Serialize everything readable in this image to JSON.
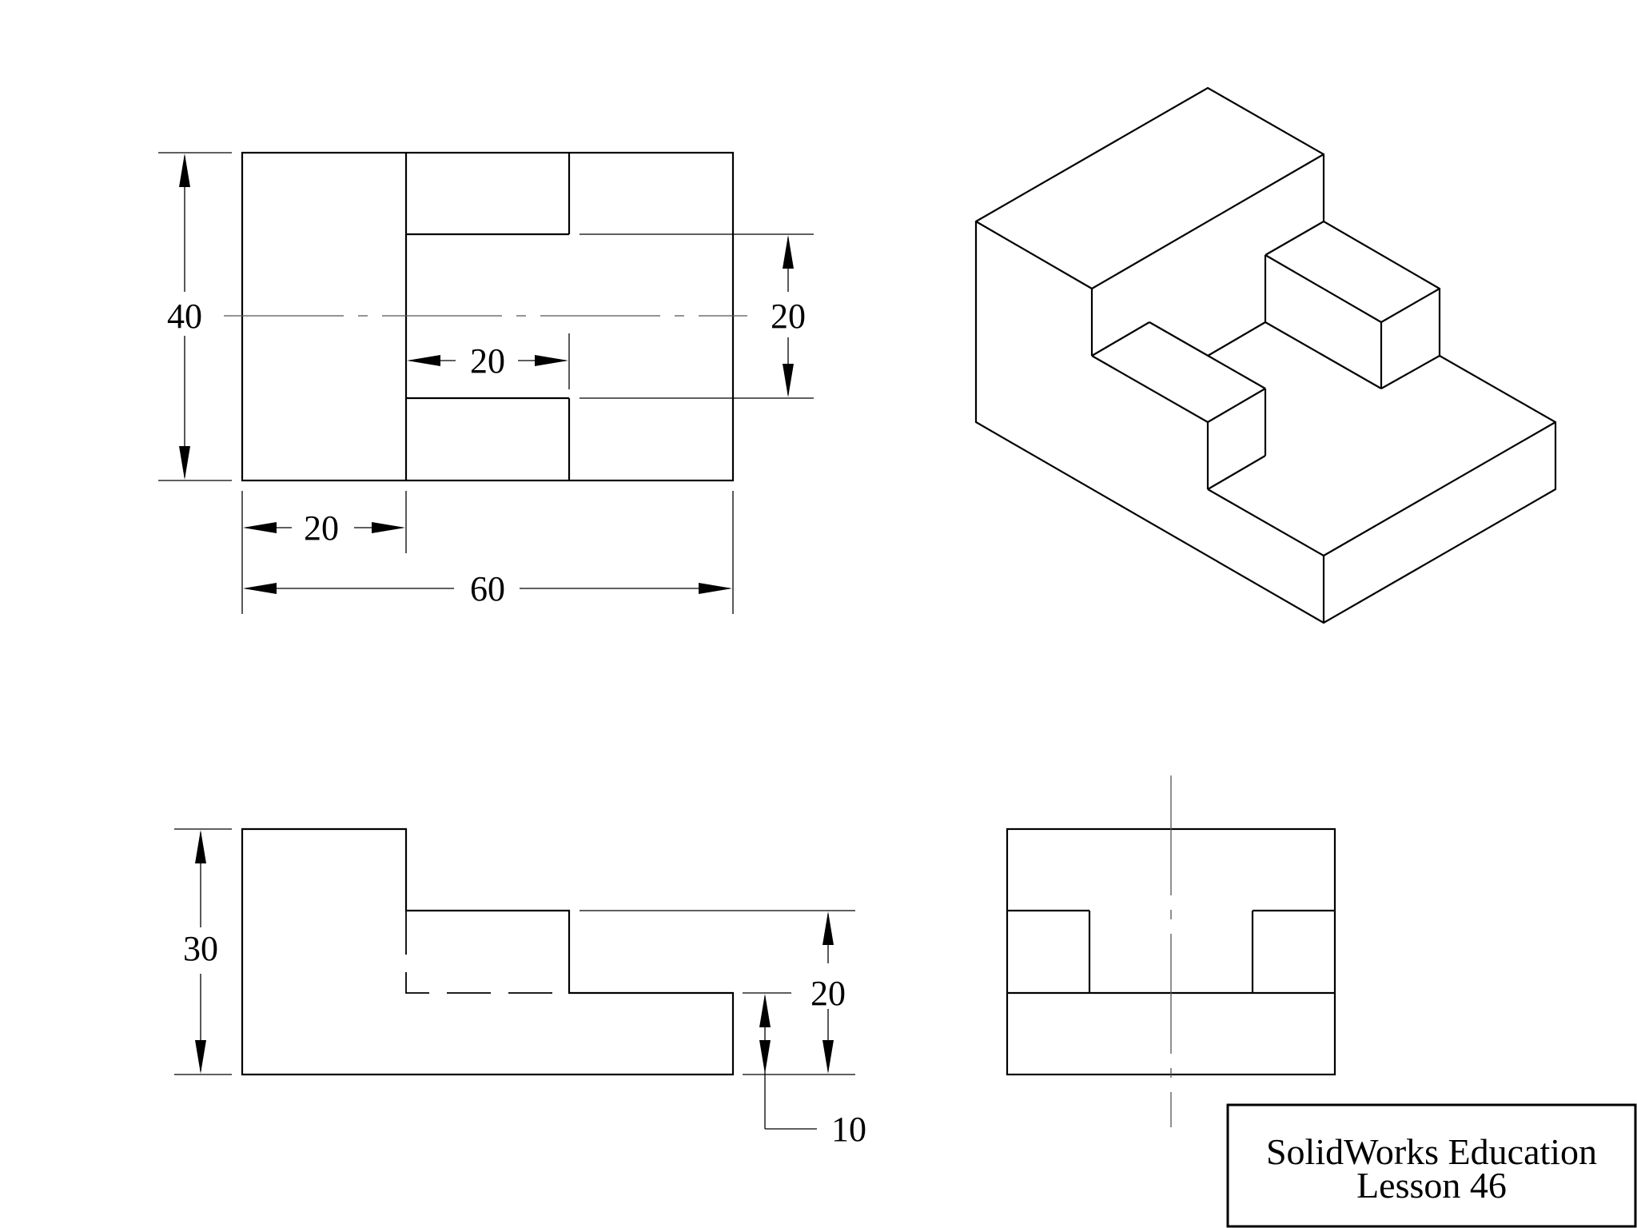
{
  "dimensions": {
    "top_height": "40",
    "top_slot_width": "20",
    "top_slot_height": "20",
    "top_left_width": "20",
    "top_overall_width": "60",
    "front_height": "30",
    "front_step_height": "20",
    "front_base_height": "10"
  },
  "title_block": {
    "line1": "SolidWorks Education",
    "line2": "Lesson 46"
  }
}
